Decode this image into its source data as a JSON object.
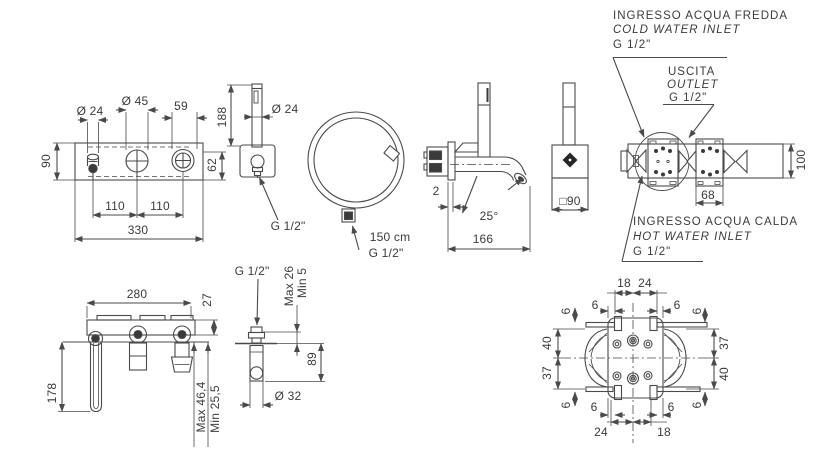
{
  "front_view": {
    "dia24": "Ø 24",
    "dia45": "Ø 45",
    "w59": "59",
    "h90": "90",
    "h62": "62",
    "p110a": "110",
    "p110b": "110",
    "w330": "330"
  },
  "holder_side": {
    "h188": "188",
    "dia24": "Ø 24",
    "thread": "G 1/2\""
  },
  "hose": {
    "length": "150 cm",
    "thread": "G 1/2\""
  },
  "spout_side": {
    "gap2": "2",
    "angle": "25°",
    "depth": "166"
  },
  "holder_front": {
    "square": "□90"
  },
  "body_back": {
    "h100": "100",
    "w68": "68",
    "cold_it": "INGRESSO ACQUA FREDDA",
    "cold_en": "COLD WATER INLET",
    "cold_thread": "G 1/2\"",
    "outlet_it": "USCITA",
    "outlet_en": "OUTLET",
    "outlet_thread": "G 1/2\"",
    "hot_it": "INGRESSO ACQUA CALDA",
    "hot_en": "HOT WATER INLET",
    "hot_thread": "G 1/2\""
  },
  "install_view": {
    "w280": "280",
    "d27": "27",
    "h178": "178",
    "max": "Max 46,4",
    "min": "Min 25,5"
  },
  "outlet_detail": {
    "thread": "G 1/2\"",
    "max": "Max 26",
    "min": "Min 5",
    "h89": "89",
    "dia32": "Ø 32"
  },
  "plate_view": {
    "t18": "18",
    "t24": "24",
    "b24": "24",
    "b18": "18",
    "l40": "40",
    "l37": "37",
    "r37": "37",
    "r40": "40",
    "six": "6"
  }
}
